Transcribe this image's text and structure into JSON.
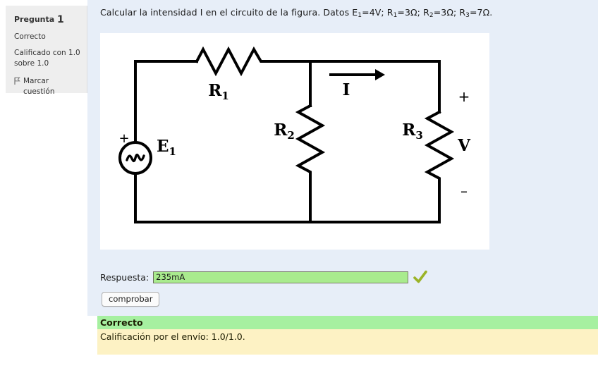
{
  "question_info": {
    "label": "Pregunta",
    "number": "1",
    "state": "Correcto",
    "grade": "Calificado con 1.0 sobre 1.0",
    "flag_icon": "flag-icon",
    "flag_label": "Marcar cuestión"
  },
  "question": {
    "text_before": "Calcular la intensidad I en el circuito de la figura. Datos E",
    "sub_e1": "1",
    "text_e1": "=4V;  R",
    "sub_r1": "1",
    "text_r1": "=3Ω;  R",
    "sub_r2": "2",
    "text_r2": "=3Ω;  R",
    "sub_r3": "3",
    "text_r3": "=7Ω.",
    "full_text": "Calcular la intensidad I en el circuito de la figura. Datos E1=4V; R1=3Ω; R2=3Ω; R3=7Ω."
  },
  "figure": {
    "name": "circuit-diagram",
    "source_label": "E1",
    "source_sub": "1",
    "source_polarity": "+",
    "r1_label": "R",
    "r1_sub": "1",
    "r2_label": "R",
    "r2_sub": "2",
    "r3_label": "R",
    "r3_sub": "3",
    "current_label": "I",
    "voltage_label": "V",
    "plus_sign": "+",
    "minus_sign": "−",
    "wire_color": "#000000",
    "background": "#ffffff"
  },
  "answer": {
    "label": "Respuesta:",
    "value": "235mA",
    "placeholder": "",
    "field_background": "#a9eb8e",
    "correct_icon": "checkmark-icon",
    "correct_icon_color": "#9bb327"
  },
  "buttons": {
    "check": "comprobar"
  },
  "feedback": {
    "result": "Correcto",
    "grade_line": "Calificación por el envío: 1.0/1.0.",
    "result_background": "#a6f0a0",
    "panel_background": "#fdf2c4"
  },
  "colors": {
    "page_background": "#ffffff",
    "content_background": "#e7eef8",
    "sidebar_background": "#eeeeee"
  }
}
